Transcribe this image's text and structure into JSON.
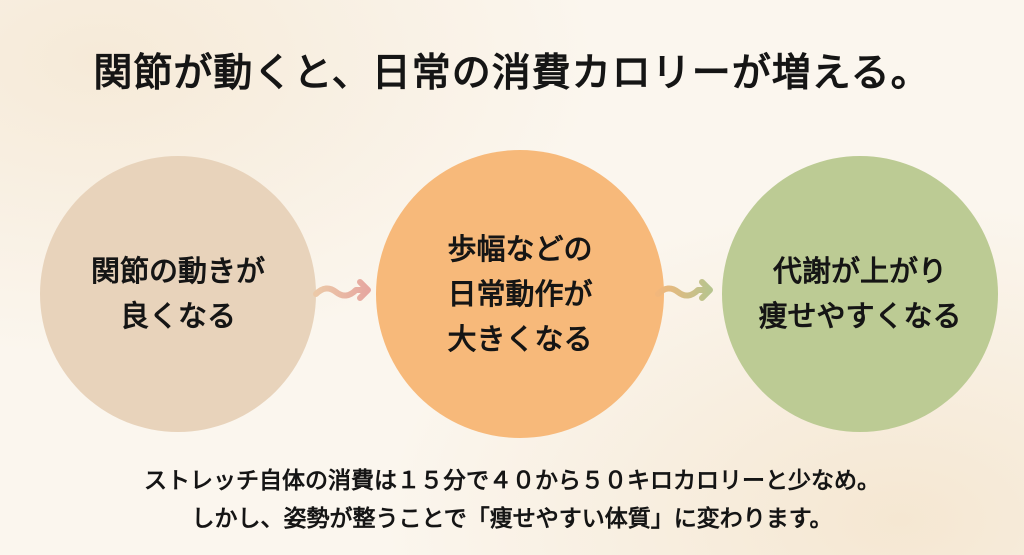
{
  "title": "関節が動くと、日常の消費カロリーが増える。",
  "steps": [
    {
      "line1": "関節の動きが",
      "line2": "良くなる",
      "color": "#e8d3bb"
    },
    {
      "line1": "歩幅などの",
      "line2": "日常動作が",
      "line3": "大きくなる",
      "color": "#f7b97a"
    },
    {
      "line1": "代謝が上がり",
      "line2": "痩せやすくなる",
      "color": "#bccb94"
    }
  ],
  "caption": {
    "line1": "ストレッチ自体の消費は１５分で４０から５０キロカロリーと少なめ。",
    "line2": "しかし、姿勢が整うことで「痩せやすい体質」に変わります。"
  }
}
